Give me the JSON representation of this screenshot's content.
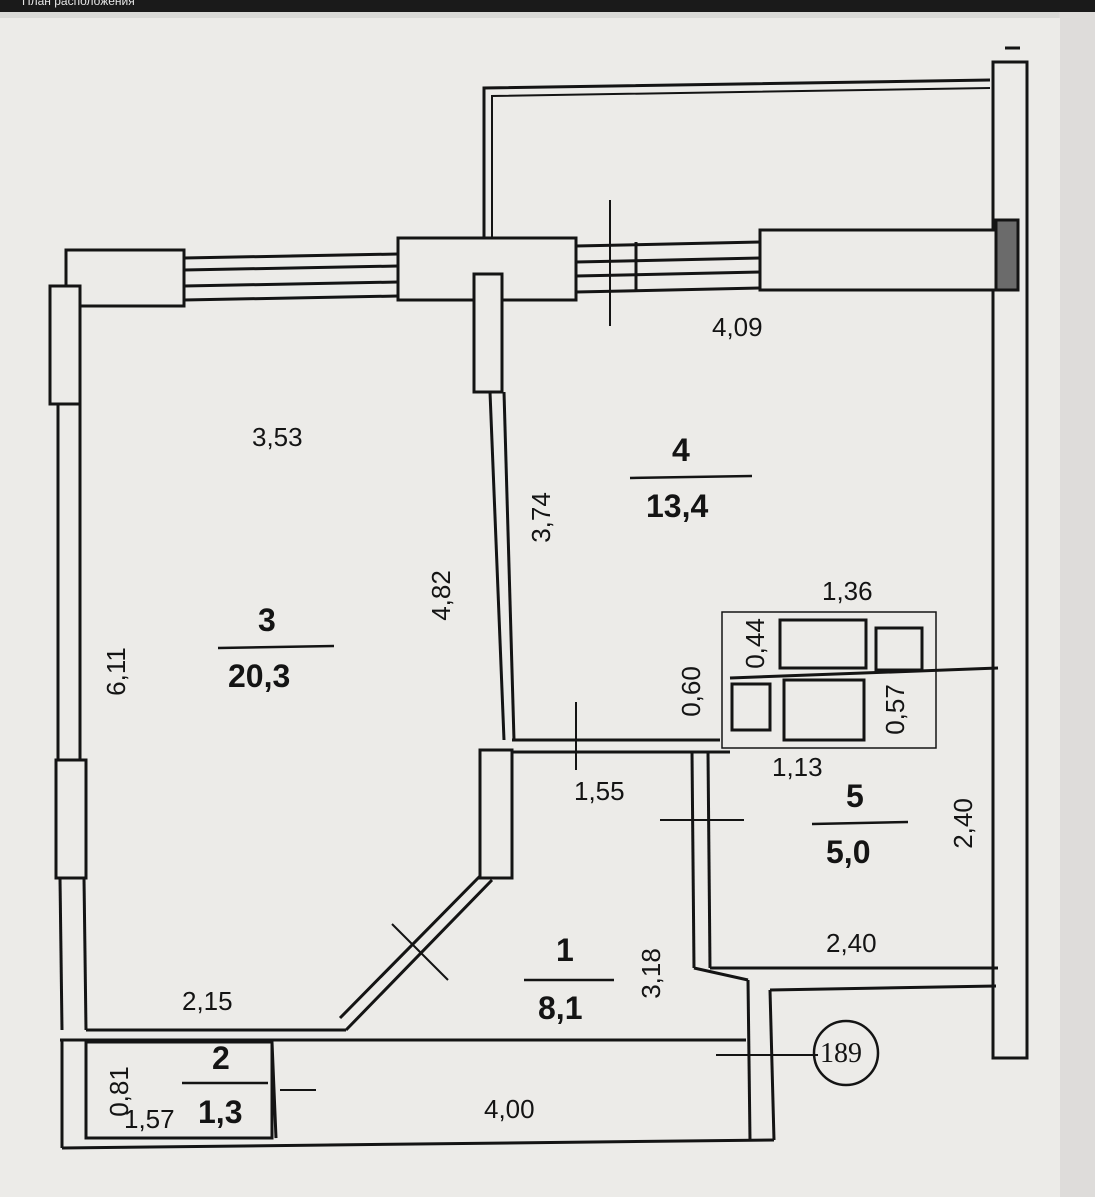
{
  "header": {
    "label": "План расположения"
  },
  "rooms": [
    {
      "number": "1",
      "area": "8,1"
    },
    {
      "number": "2",
      "area": "1,3"
    },
    {
      "number": "3",
      "area": "20,3"
    },
    {
      "number": "4",
      "area": "13,4"
    },
    {
      "number": "5",
      "area": "5,0"
    }
  ],
  "dimensions": {
    "d_409": "4,09",
    "d_353": "3,53",
    "d_374": "3,74",
    "d_482": "4,82",
    "d_611": "6,11",
    "d_136": "1,36",
    "d_044": "0,44",
    "d_060": "0,60",
    "d_057": "0,57",
    "d_113": "1,13",
    "d_155": "1,55",
    "d_240_right": "2,40",
    "d_240_bottom": "2,40",
    "d_318": "3,18",
    "d_215": "2,15",
    "d_081": "0,81",
    "d_157": "1,57",
    "d_400": "4,00"
  },
  "apartment_number": "189",
  "colors": {
    "ink": "#141414",
    "paper": "#ecebe8",
    "background": "#d9d9d6"
  }
}
